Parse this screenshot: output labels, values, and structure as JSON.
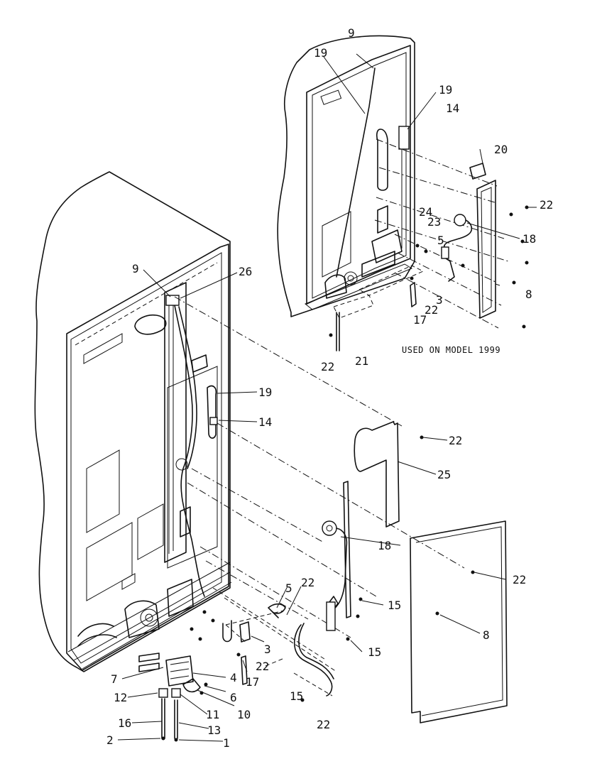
{
  "note": "USED ON MODEL 1999",
  "callouts": {
    "top_9": "9",
    "top_19a": "19",
    "top_19b": "19",
    "top_14": "14",
    "top_20": "20",
    "top_22a": "22",
    "top_18": "18",
    "top_24": "24",
    "top_23": "23",
    "top_5": "5",
    "top_8": "8",
    "top_3": "3",
    "top_22b": "22",
    "top_17": "17",
    "top_22c": "22",
    "top_21": "21",
    "main_9": "9",
    "main_26": "26",
    "main_19": "19",
    "main_14": "14",
    "main_22a": "22",
    "main_25": "25",
    "main_18": "18",
    "main_22b": "22",
    "main_5": "5",
    "main_22c": "22",
    "main_15a": "15",
    "main_15b": "15",
    "main_8": "8",
    "main_3": "3",
    "main_22d": "22",
    "main_7": "7",
    "main_4": "4",
    "main_17": "17",
    "main_6": "6",
    "main_15c": "15",
    "main_12": "12",
    "main_11": "11",
    "main_10": "10",
    "main_22e": "22",
    "main_16": "16",
    "main_13": "13",
    "main_2": "2",
    "main_1": "1"
  }
}
